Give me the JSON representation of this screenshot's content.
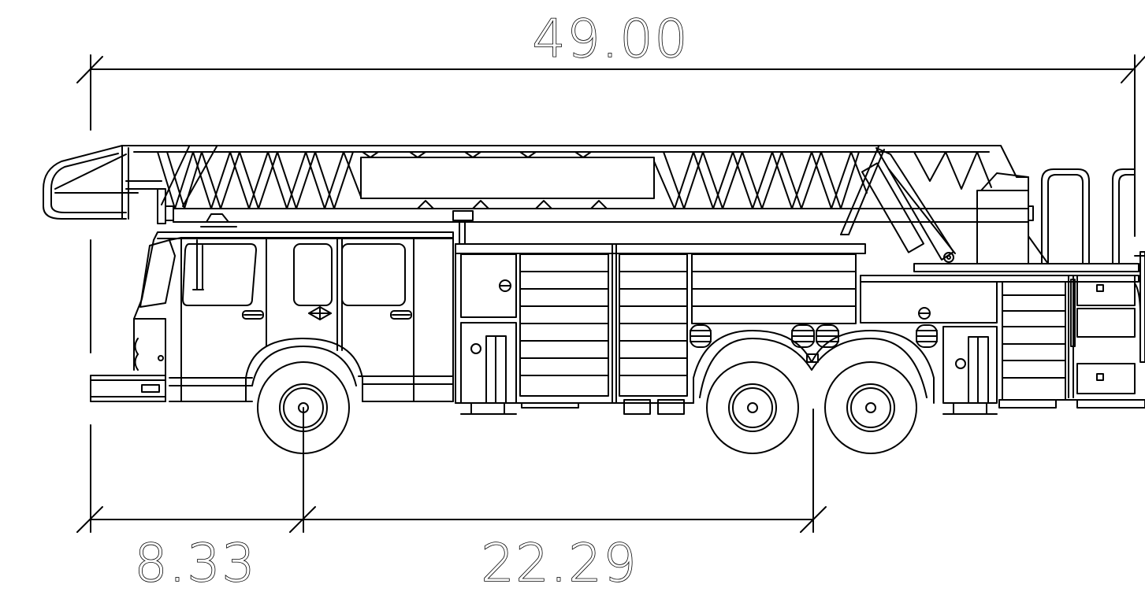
{
  "dimensions": {
    "overall_length": "49.00",
    "front_overhang": "8.33",
    "wheelbase": "22.29"
  },
  "colors": {
    "line": "#000000",
    "background": "#ffffff"
  }
}
